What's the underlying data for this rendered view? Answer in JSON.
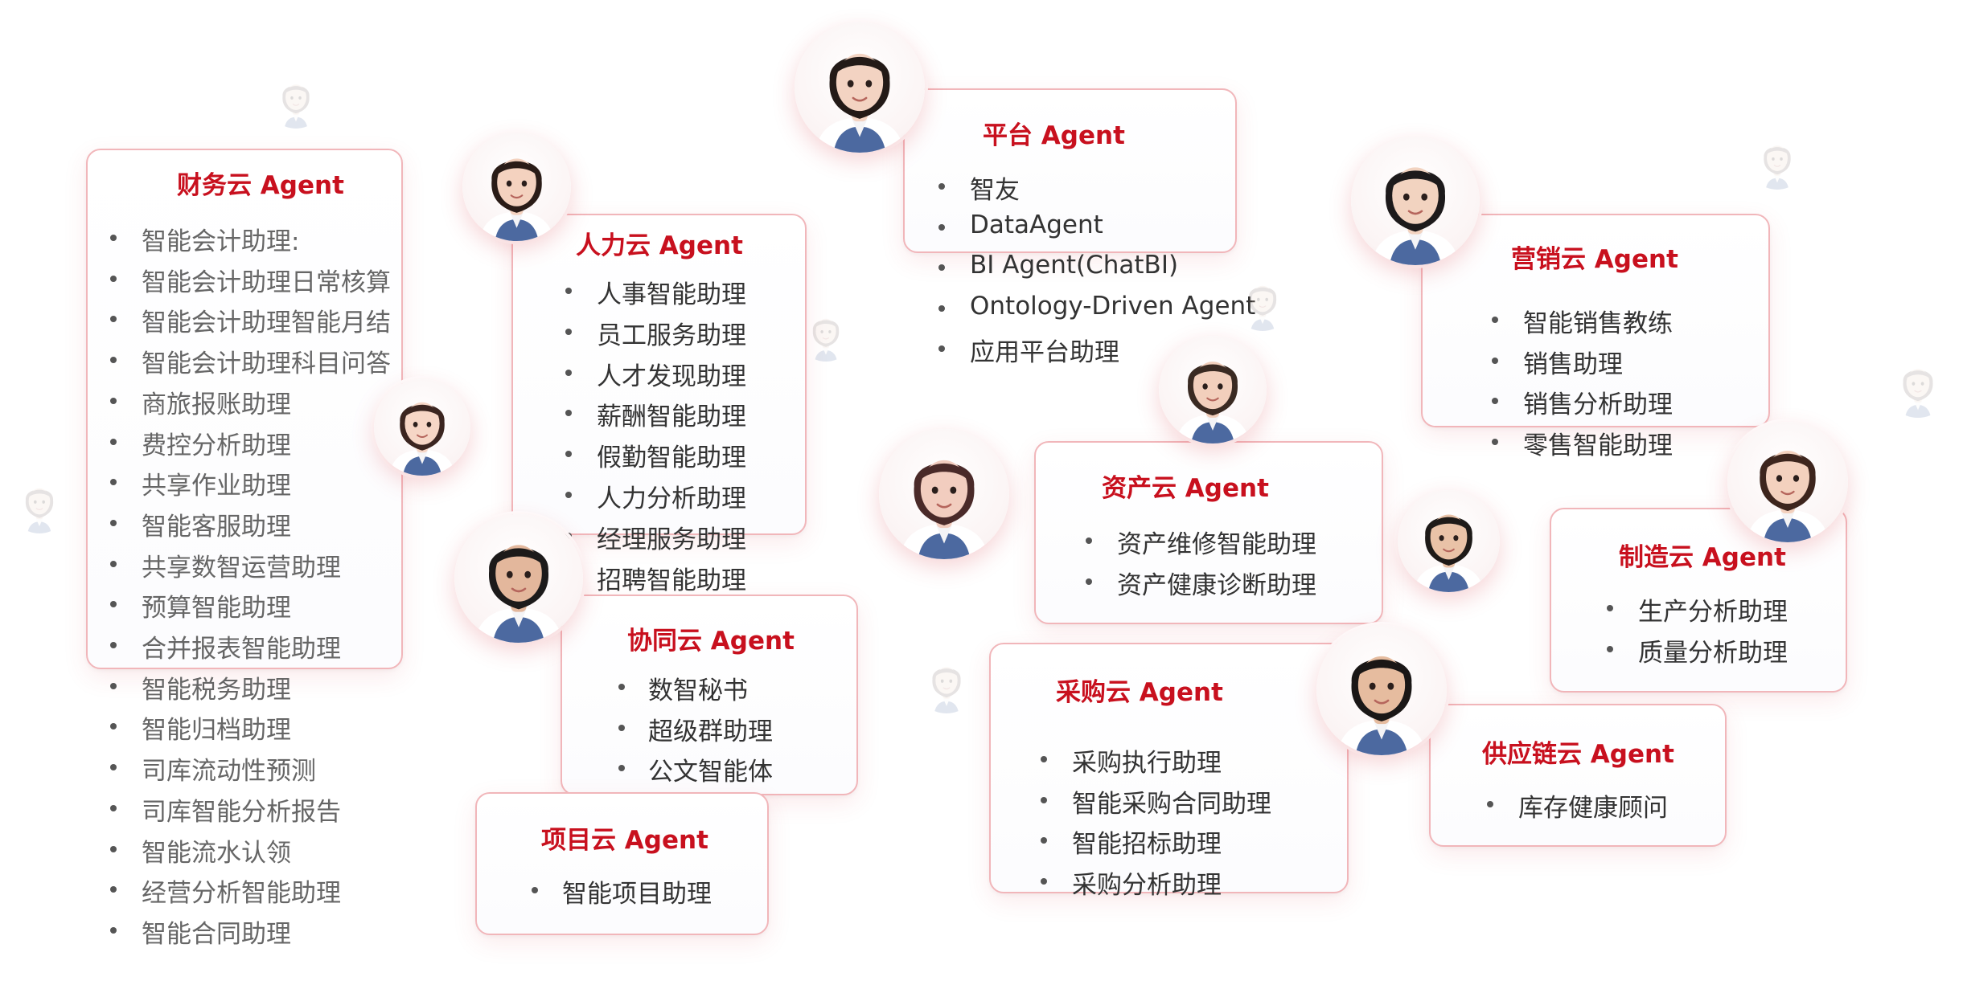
{
  "cards": {
    "finance": {
      "title": "财务云 Agent",
      "items": [
        "智能会计助理:",
        "智能会计助理日常核算",
        "智能会计助理智能月结",
        "智能会计助理科目问答",
        "商旅报账助理",
        "费控分析助理",
        "共享作业助理",
        "智能客服助理",
        "共享数智运营助理",
        "预算智能助理",
        "合并报表智能助理",
        "智能税务助理",
        "智能归档助理",
        "司库流动性预测",
        "司库智能分析报告",
        "智能流水认领",
        "经营分析智能助理",
        "智能合同助理"
      ]
    },
    "hr": {
      "title": "人力云 Agent",
      "items": [
        "人事智能助理",
        "员工服务助理",
        "人才发现助理",
        "薪酬智能助理",
        "假勤智能助理",
        "人力分析助理",
        "经理服务助理",
        "招聘智能助理"
      ]
    },
    "collab": {
      "title": "协同云 Agent",
      "items": [
        "数智秘书",
        "超级群助理",
        "公文智能体"
      ]
    },
    "project": {
      "title": "项目云 Agent",
      "items": [
        "智能项目助理"
      ]
    },
    "platform": {
      "title": "平台 Agent",
      "items": [
        "智友",
        "DataAgent",
        "BI Agent(ChatBI)",
        "Ontology-Driven Agent",
        "应用平台助理"
      ]
    },
    "asset": {
      "title": "资产云 Agent",
      "items": [
        "资产维修智能助理",
        "资产健康诊断助理"
      ]
    },
    "procurement": {
      "title": "采购云 Agent",
      "items": [
        "采购执行助理",
        "智能采购合同助理",
        "智能招标助理",
        "采购分析助理"
      ]
    },
    "marketing": {
      "title": "营销云 Agent",
      "items": [
        "智能销售教练",
        "销售助理",
        "销售分析助理",
        "零售智能助理"
      ]
    },
    "manufacturing": {
      "title": "制造云 Agent",
      "items": [
        "生产分析助理",
        "质量分析助理"
      ]
    },
    "supply": {
      "title": "供应链云 Agent",
      "items": [
        "库存健康顾问"
      ]
    }
  },
  "colors": {
    "accent": "#c8101e",
    "border": "#f1b6ba",
    "text": "#333333",
    "muted_text": "#666666"
  },
  "icons": {
    "avatar": "person-avatar-icon",
    "bullet": "bullet-icon"
  }
}
